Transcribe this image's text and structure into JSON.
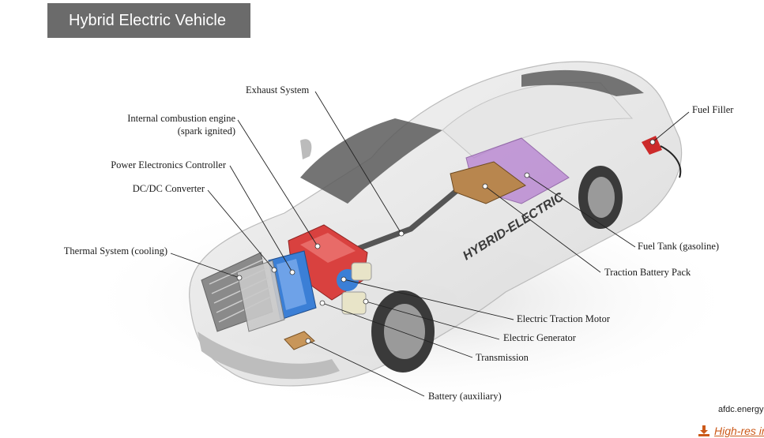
{
  "title": "Hybrid Electric Vehicle",
  "car_text": "HYBRID-ELECTRIC",
  "labels": {
    "exhaust": "Exhaust System",
    "ice_line1": "Internal combustion engine",
    "ice_line2": "(spark ignited)",
    "pec": "Power Electronics Controller",
    "dcdc": "DC/DC Converter",
    "thermal": "Thermal System (cooling)",
    "fuel_filler": "Fuel Filler",
    "fuel_tank": "Fuel Tank (gasoline)",
    "traction_battery": "Traction Battery Pack",
    "motor": "Electric Traction Motor",
    "generator": "Electric Generator",
    "transmission": "Transmission",
    "battery_aux": "Battery (auxiliary)"
  },
  "credit": "afdc.energy",
  "download": {
    "label": "High-res image",
    "icon": "download-icon"
  },
  "colors": {
    "title_bg": "#6b6b6b",
    "engine": "#d9413f",
    "electric": "#3b7fd6",
    "battery": "#b8864e",
    "fuel_tank": "#b57fd0",
    "link": "#cc5a1a"
  }
}
